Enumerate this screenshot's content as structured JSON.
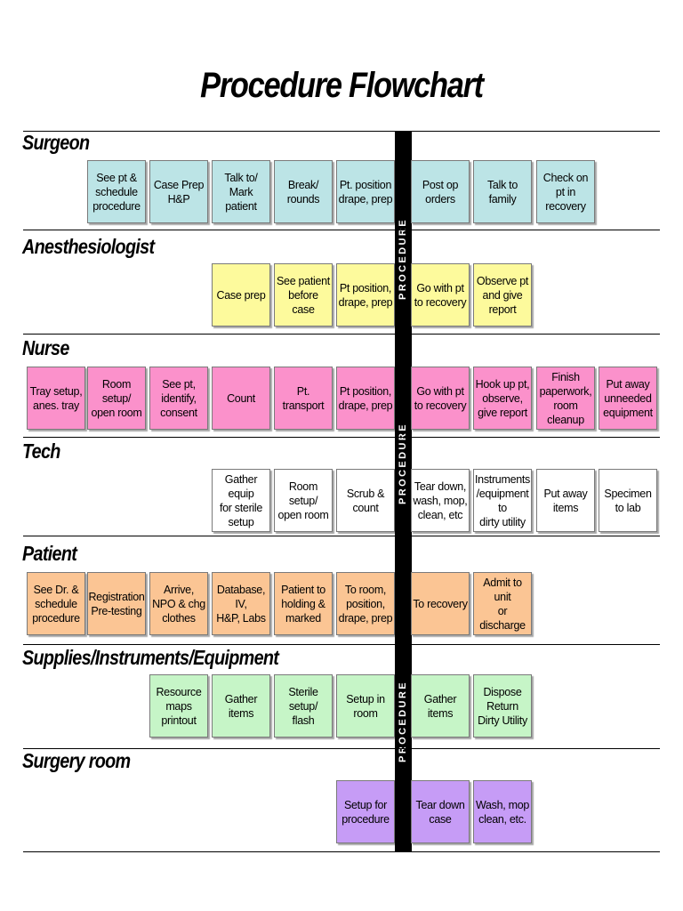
{
  "title": "Procedure Flowchart",
  "procedure_label": "PROCEDURE",
  "colors": {
    "surgeon": "#bce4e6",
    "anesthesiologist": "#fdfa9c",
    "nurse": "#fb91cb",
    "tech": "#ffffff",
    "patient": "#fbc594",
    "supplies": "#c6f5c7",
    "surgery_room": "#c69cf6"
  },
  "lanes": [
    {
      "label": "Surgeon",
      "color": "#bce4e6",
      "steps": [
        {
          "text": "See pt &\nschedule\nprocedure",
          "col": 1
        },
        {
          "text": "Case Prep\nH&P",
          "col": 2
        },
        {
          "text": "Talk to/\nMark\npatient",
          "col": 3
        },
        {
          "text": "Break/\nrounds",
          "col": 4
        },
        {
          "text": "Pt. position\ndrape, prep",
          "col": 5
        },
        {
          "text": "Post op\norders",
          "col": 6
        },
        {
          "text": "Talk to\nfamily",
          "col": 7
        },
        {
          "text": "Check on\npt in\nrecovery",
          "col": 8
        }
      ]
    },
    {
      "label": "Anesthesiologist",
      "color": "#fdfa9c",
      "steps": [
        {
          "text": "Case prep",
          "col": 3
        },
        {
          "text": "See patient\nbefore case",
          "col": 4
        },
        {
          "text": "Pt position,\ndrape, prep",
          "col": 5
        },
        {
          "text": "Go with pt\nto recovery",
          "col": 6
        },
        {
          "text": "Observe pt\nand give\nreport",
          "col": 7
        }
      ]
    },
    {
      "label": "Nurse",
      "color": "#fb91cb",
      "steps": [
        {
          "text": "Tray setup,\nanes. tray",
          "col": 0
        },
        {
          "text": "Room setup/\nopen room",
          "col": 1
        },
        {
          "text": "See pt,\nidentify,\nconsent",
          "col": 2
        },
        {
          "text": "Count",
          "col": 3
        },
        {
          "text": "Pt.\ntransport",
          "col": 4
        },
        {
          "text": "Pt position,\ndrape, prep",
          "col": 5
        },
        {
          "text": "Go with pt\nto recovery",
          "col": 6
        },
        {
          "text": "Hook up pt,\nobserve,\ngive report",
          "col": 7
        },
        {
          "text": "Finish\npaperwork,\nroom cleanup",
          "col": 8
        },
        {
          "text": "Put away\nunneeded\nequipment",
          "col": 9
        }
      ]
    },
    {
      "label": "Tech",
      "color": "#ffffff",
      "steps": [
        {
          "text": "Gather equip\nfor sterile\nsetup",
          "col": 3
        },
        {
          "text": "Room setup/\nopen room",
          "col": 4
        },
        {
          "text": "Scrub &\ncount",
          "col": 5
        },
        {
          "text": "Tear down,\nwash, mop,\nclean, etc",
          "col": 6
        },
        {
          "text": "Instruments\n/equipment to\ndirty utility",
          "col": 7
        },
        {
          "text": "Put away\nitems",
          "col": 8
        },
        {
          "text": "Specimen\nto lab",
          "col": 9
        }
      ]
    },
    {
      "label": "Patient",
      "color": "#fbc594",
      "steps": [
        {
          "text": "See Dr. &\nschedule\nprocedure",
          "col": 0
        },
        {
          "text": "Registration\nPre-testing",
          "col": 1
        },
        {
          "text": "Arrive,\nNPO & chg\nclothes",
          "col": 2
        },
        {
          "text": "Database, IV,\nH&P, Labs",
          "col": 3
        },
        {
          "text": "Patient to\nholding &\nmarked",
          "col": 4
        },
        {
          "text": "To room,\nposition,\ndrape, prep",
          "col": 5
        },
        {
          "text": "To recovery",
          "col": 6
        },
        {
          "text": "Admit to unit\nor discharge",
          "col": 7
        }
      ]
    },
    {
      "label": "Supplies/Instruments/Equipment",
      "color": "#c6f5c7",
      "steps": [
        {
          "text": "Resource\nmaps printout",
          "col": 2
        },
        {
          "text": "Gather items",
          "col": 3
        },
        {
          "text": "Sterile setup/\nflash",
          "col": 4
        },
        {
          "text": "Setup in\nroom",
          "col": 5
        },
        {
          "text": "Gather items",
          "col": 6
        },
        {
          "text": "Dispose\nReturn\nDirty Utility",
          "col": 7
        }
      ]
    },
    {
      "label": "Surgery room",
      "color": "#c69cf6",
      "steps": [
        {
          "text": "Setup for\nprocedure",
          "col": 5
        },
        {
          "text": "Tear down\ncase",
          "col": 6
        },
        {
          "text": "Wash, mop\nclean, etc.",
          "col": 7
        }
      ]
    }
  ]
}
